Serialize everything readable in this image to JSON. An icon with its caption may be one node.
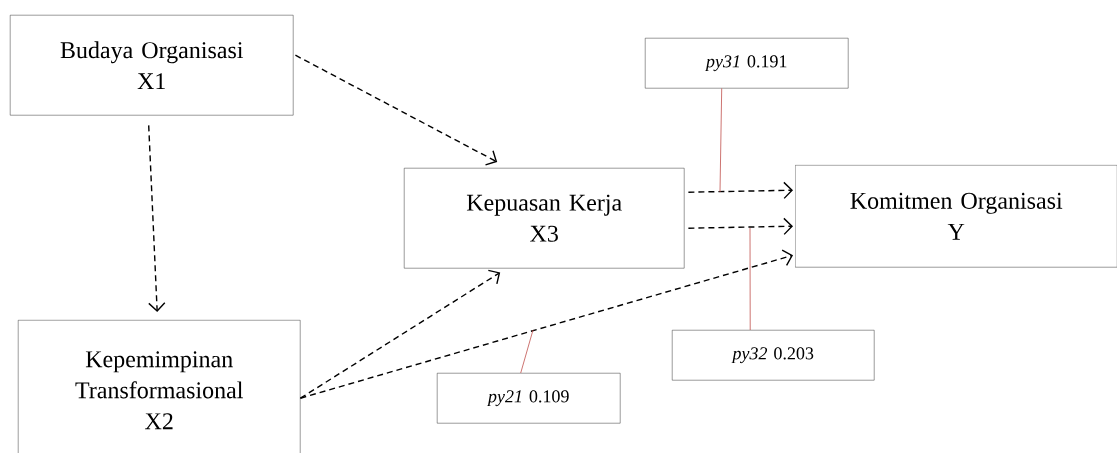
{
  "diagram": {
    "nodes": [
      {
        "text": [
          "Budaya Organisasi",
          "X1"
        ]
      },
      {
        "text": [
          "Kepemimpinan Transformasional",
          "X2"
        ]
      },
      {
        "text": [
          "Kepuasan Kerja",
          "X3"
        ]
      },
      {
        "text": [
          "Komitmen Organisasi",
          "Y"
        ]
      },
      {
        "text": [
          "*py31* 0.191"
        ]
      },
      {
        "text": [
          "*py32* 0.203"
        ]
      },
      {
        "text": [
          "*py21* 0.109"
        ]
      }
    ],
    "edges": [
      {
        "from": 0,
        "to": 2,
        "arrow": "to",
        "style": "dashed"
      },
      {
        "from": 0,
        "to": 1,
        "arrow": "to",
        "style": "dashed"
      },
      {
        "from": 1,
        "to": 2,
        "arrow": "to",
        "style": "dashed"
      },
      {
        "from": 1,
        "to": 3,
        "arrow": "to",
        "style": "dashed"
      },
      {
        "from": 2,
        "to": 3,
        "arrow": "to",
        "style": "dashed"
      },
      {
        "from": 2,
        "to": 3,
        "arrow": "to",
        "style": "dashed"
      },
      {
        "from": 4,
        "to": null,
        "arrow": "none",
        "color": "#c0504d"
      },
      {
        "from": 5,
        "to": null,
        "arrow": "none",
        "color": "#c0504d"
      },
      {
        "from": 6,
        "to": null,
        "arrow": "none",
        "color": "#c0504d"
      }
    ]
  }
}
